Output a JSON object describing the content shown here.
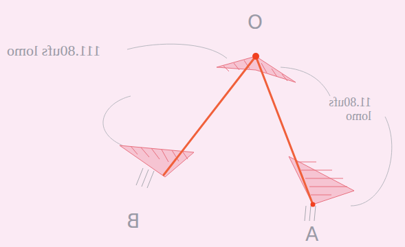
{
  "diagram": {
    "labels": [
      "O",
      "111.80ufs lomo",
      "11.80ufs lomo",
      "B",
      "A"
    ]
  }
}
